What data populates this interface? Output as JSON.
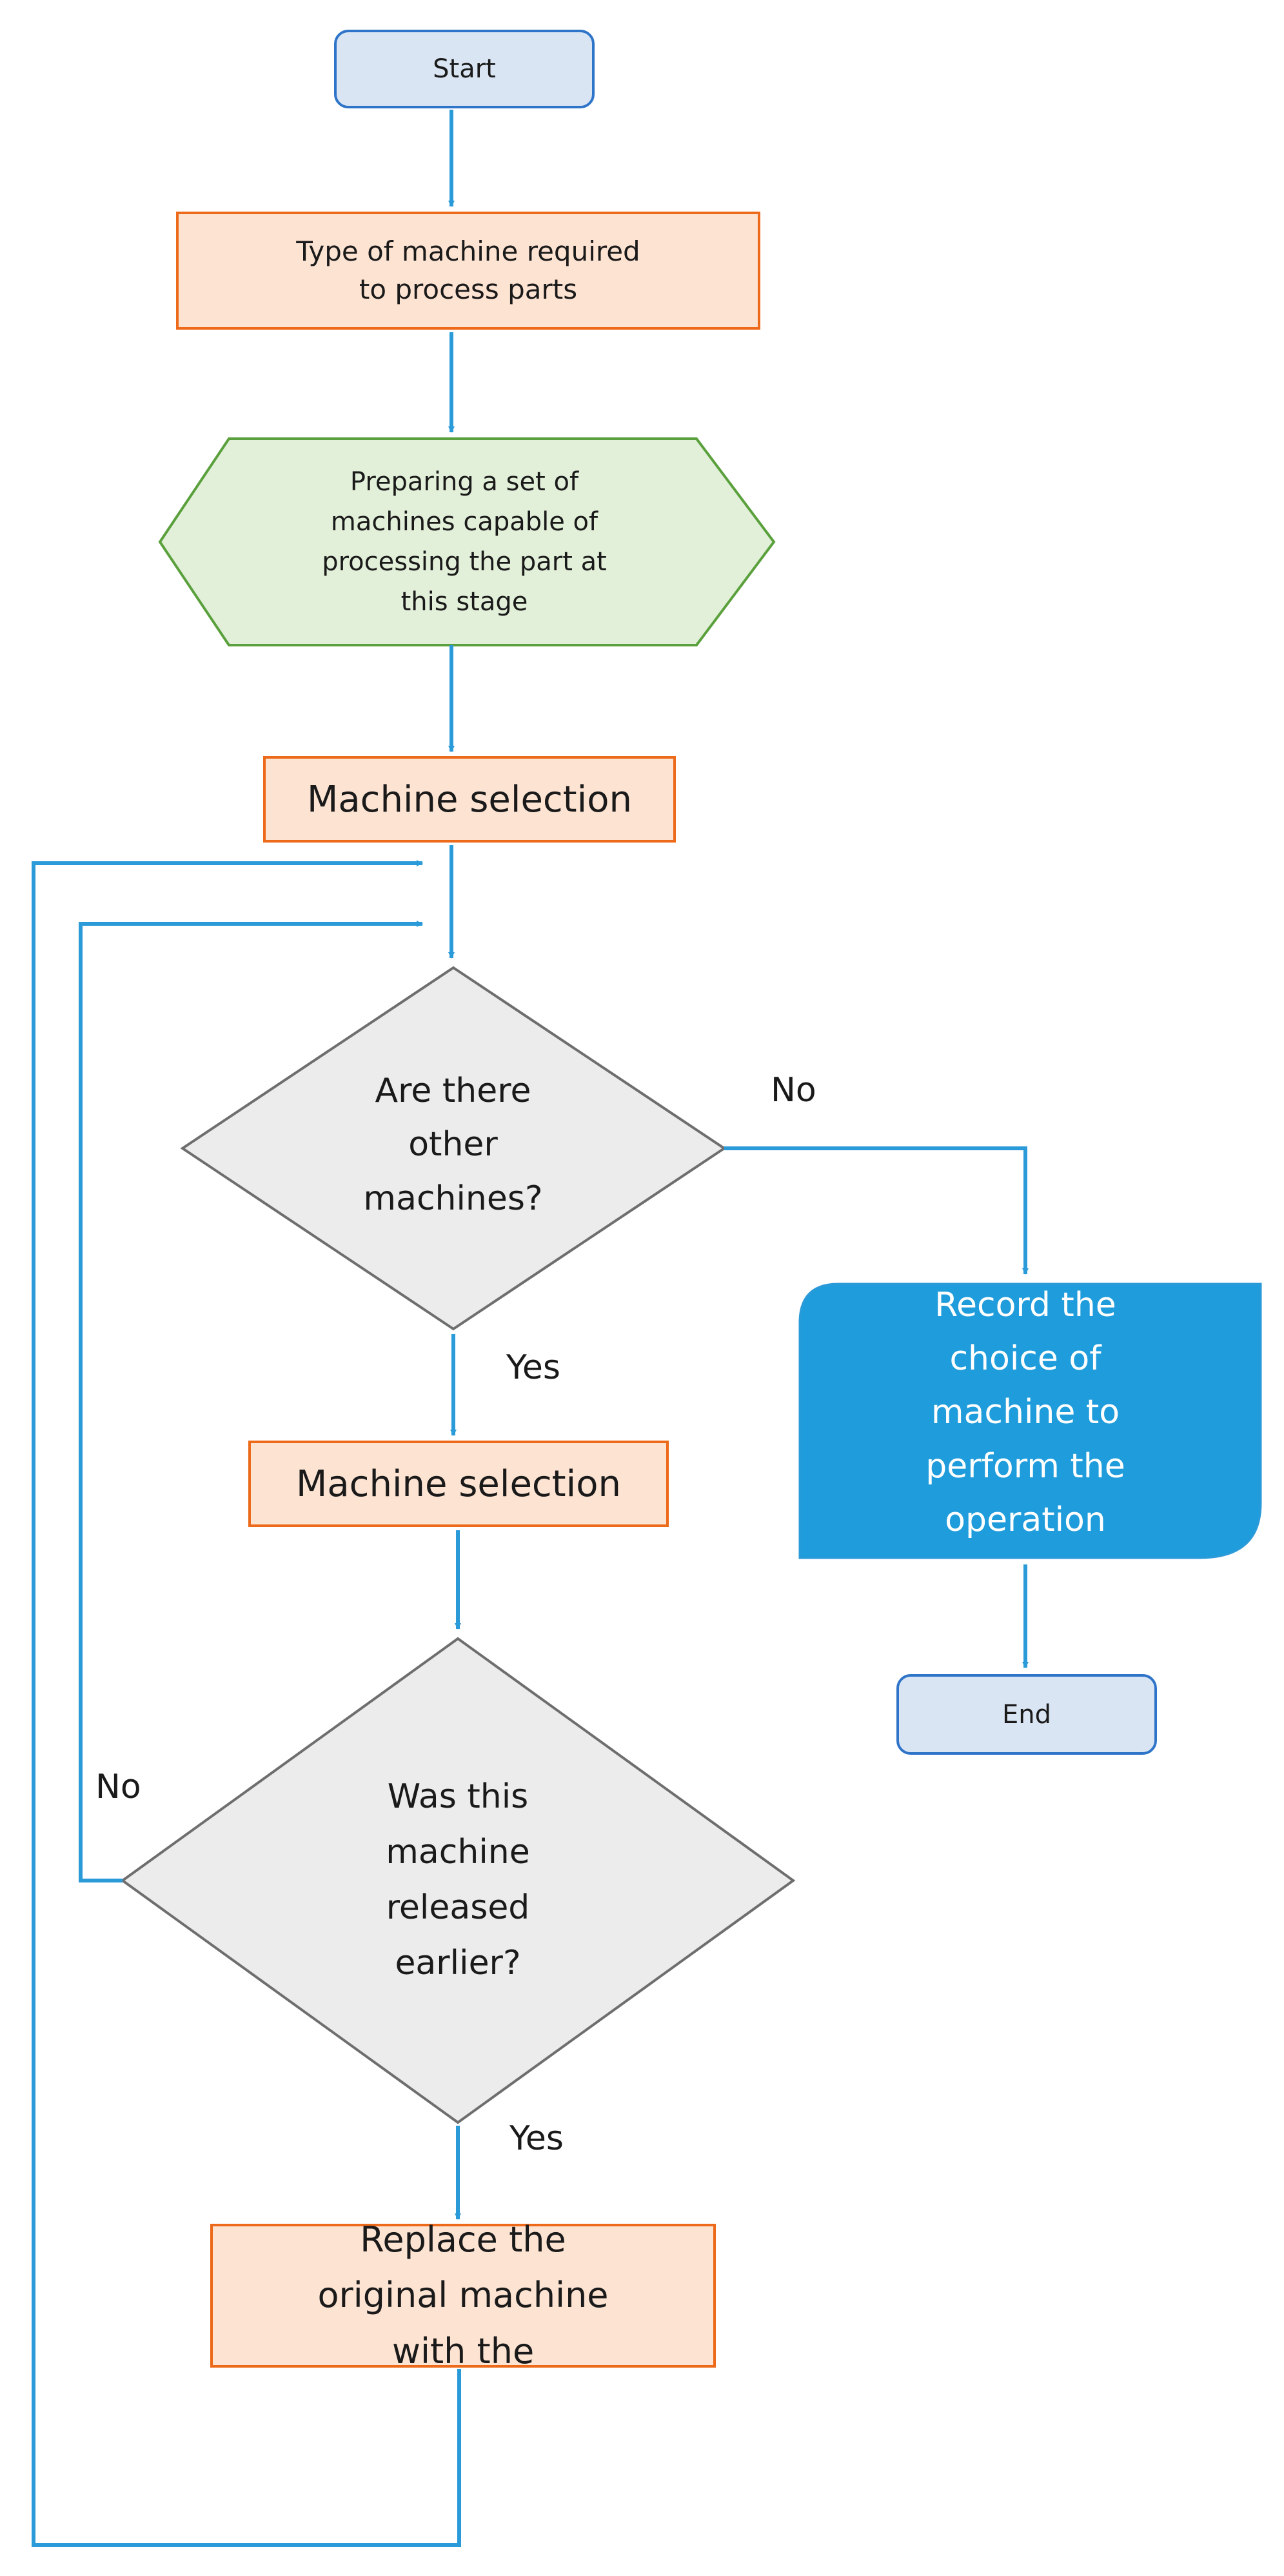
{
  "nodes": {
    "start": "Start",
    "type_machine": "Type of machine required to process parts",
    "prepare_set": "Preparing a set of machines capable of processing the part at this stage",
    "selection_1": "Machine selection",
    "decision_other": "Are there other machines?",
    "selection_2": "Machine selection",
    "decision_released": "Was this machine released earlier?",
    "replace": "Replace the original machine with the",
    "record": "Record the choice of machine to perform the operation",
    "end": "End"
  },
  "edge_labels": {
    "other_no": "No",
    "other_yes": "Yes",
    "released_no": "No",
    "released_yes": "Yes"
  },
  "colors": {
    "connector": "#2b9ad8",
    "terminal_fill": "#dae5f4",
    "terminal_border": "#2e74c8",
    "process_fill": "#fde3d2",
    "process_border": "#ec6a1a",
    "prep_fill": "#e2f0d9",
    "prep_border": "#5aa03c",
    "decision_fill": "#ececec",
    "decision_border": "#6e6e6e",
    "record_fill": "#1f9cdb"
  }
}
